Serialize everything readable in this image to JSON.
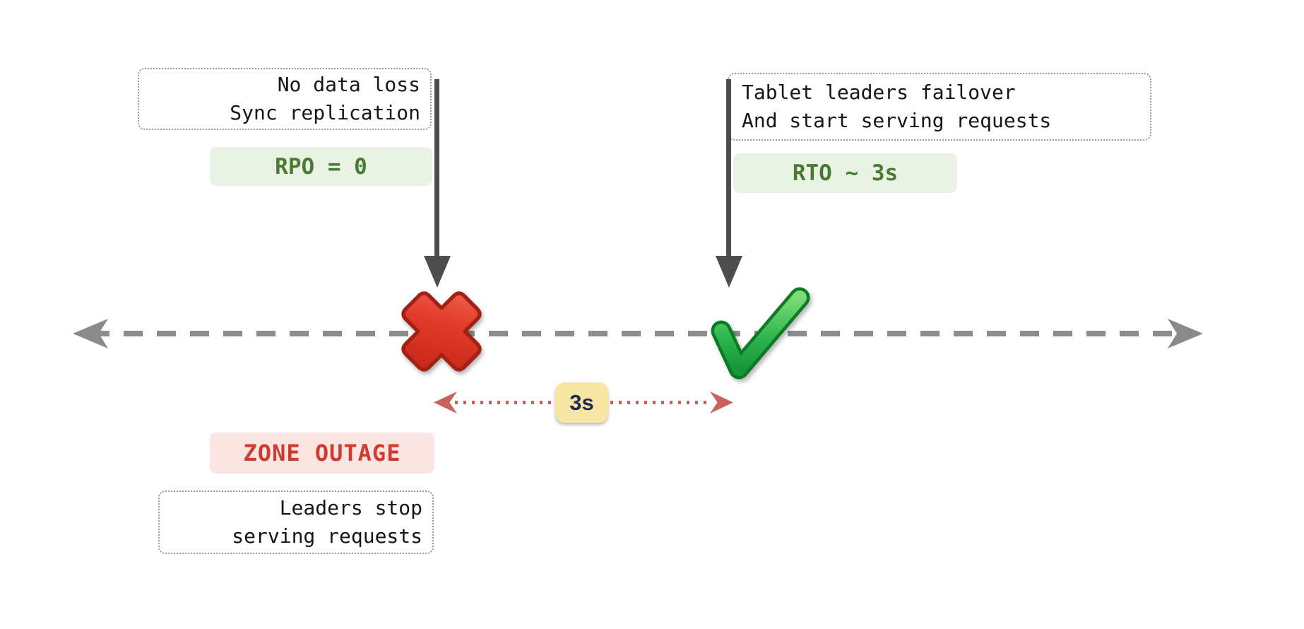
{
  "diagram": {
    "title_semantic": "zone-outage-failover-timeline",
    "notes": {
      "top_left": {
        "lines": [
          "No data loss",
          "Sync replication"
        ]
      },
      "top_right": {
        "lines": [
          "Tablet leaders failover",
          "And start serving requests"
        ]
      },
      "bottom_left": {
        "lines": [
          "Leaders stop",
          "serving requests"
        ]
      }
    },
    "badges": {
      "rpo": "RPO = 0",
      "rto": "RTO ~ 3s",
      "zone_outage": "ZONE OUTAGE",
      "duration": "3s"
    },
    "icons": {
      "outage_marker": "cross-mark-icon",
      "recovery_marker": "check-mark-icon",
      "event_pointers": "down-arrow-icon",
      "timeline_ends": "left-right-arrow-icons",
      "measure": "dotted-double-arrow-icon"
    },
    "colors": {
      "background": "#ffffff",
      "timeline_gray": "#8c8c8c",
      "event_arrow_dark": "#4d4d4d",
      "note_border_gray": "#9a9a9a",
      "green_badge_bg": "#e9f2e5",
      "green_badge_text": "#4a7b34",
      "red_badge_bg": "#fbe5e2",
      "red_badge_text": "#d33a2f",
      "yellow_badge_bg": "#f7e6a3",
      "yellow_badge_text": "#232b52",
      "measure_arrow_red": "#c9625b",
      "cross_mark_red": "#d92e20",
      "check_mark_green": "#1a9c38"
    }
  }
}
